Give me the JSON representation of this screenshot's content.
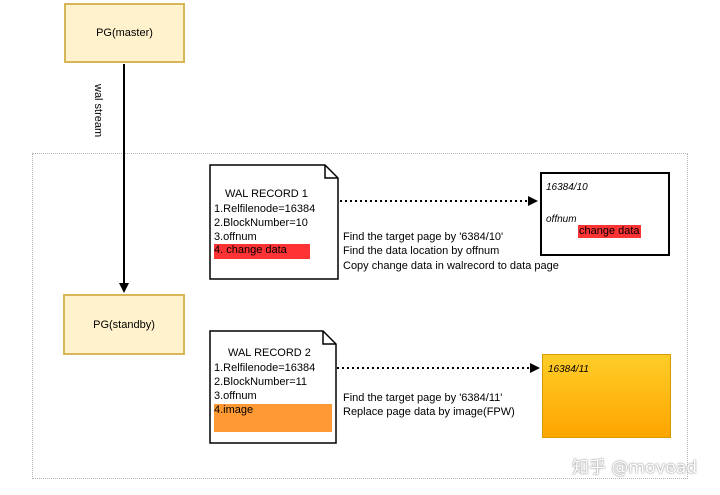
{
  "master": {
    "label": "PG(master)"
  },
  "standby": {
    "label": "PG(standby)"
  },
  "stream": {
    "label": "wal stream"
  },
  "record1": {
    "title": "WAL RECORD 1",
    "lines": [
      "1.Relfilenode=16384",
      "2.BlockNumber=10",
      "3.offnum",
      "4. change data"
    ]
  },
  "record2": {
    "title": "WAL RECORD 2",
    "lines": [
      "1.Relfilenode=16384",
      "2.BlockNumber=11",
      "3.offnum",
      "4.image"
    ]
  },
  "page1": {
    "title": "16384/10",
    "offnum": "offnum",
    "change": "change data"
  },
  "page2": {
    "title": "16384/11"
  },
  "steps1": [
    "Find the target page by '6384/10'",
    "Find the data location by offnum",
    "Copy change data in walrecord to data page"
  ],
  "steps2": [
    "Find the target page by '6384/11'",
    "Replace page data by image(FPW)"
  ],
  "watermark": "知乎 @movead",
  "colors": {
    "pg_fill": "#fff2cc",
    "pg_border": "#d6b656",
    "highlight_red": "#ff3333",
    "highlight_orange": "#ff9933",
    "gold_top": "#ffcd28",
    "gold_bottom": "#ffa500"
  }
}
